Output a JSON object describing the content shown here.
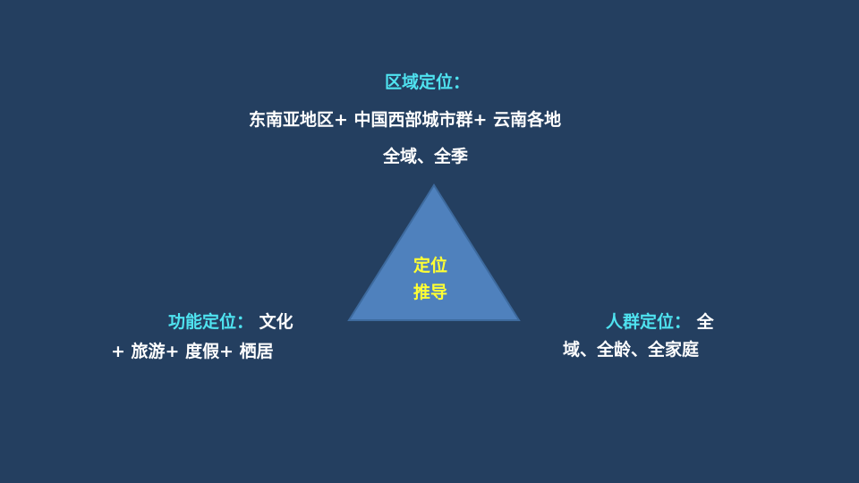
{
  "colors": {
    "background": "#243f60",
    "triangle_fill": "#4f81bd",
    "heading": "#4fe3f0",
    "triangle_text": "#ffff33",
    "body_text": "#ffffff"
  },
  "top": {
    "heading": "区域定位：",
    "line1": "东南亚地区+ 中国西部城市群+ 云南各地",
    "line2": "全域、全季"
  },
  "triangle": {
    "line1": "定位",
    "line2": "推导"
  },
  "left": {
    "heading": "功能定位：",
    "line1_rest": " 文化",
    "line2": "+ 旅游+ 度假+ 栖居"
  },
  "right": {
    "heading": "人群定位：",
    "line1_rest": " 全",
    "line2": "域、全龄、全家庭"
  }
}
